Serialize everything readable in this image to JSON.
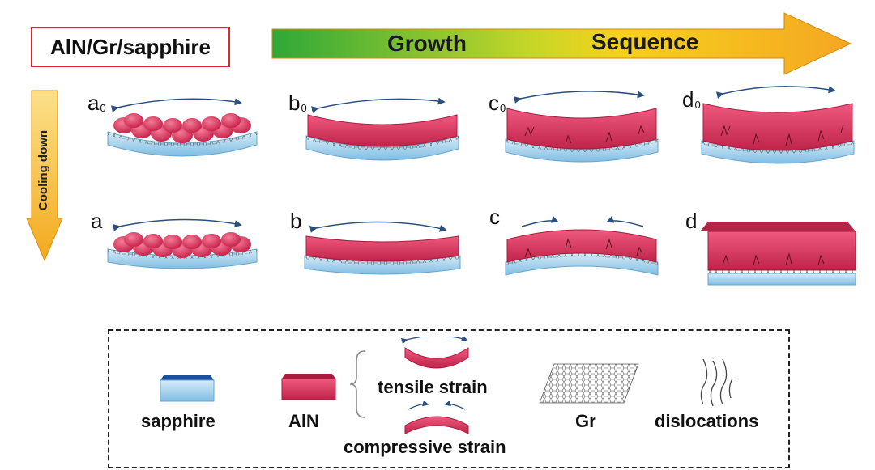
{
  "title": "AlN/Gr/sapphire",
  "growth_arrow": {
    "word1": "Growth",
    "word2": "Sequence",
    "colors": [
      "#2ea838",
      "#f2d318",
      "#f5a623"
    ]
  },
  "cooling_arrow": {
    "label": "Cooling down"
  },
  "panels": {
    "top": [
      {
        "letter": "a",
        "sub": "0"
      },
      {
        "letter": "b",
        "sub": "0"
      },
      {
        "letter": "c",
        "sub": "0"
      },
      {
        "letter": "d",
        "sub": "0"
      }
    ],
    "bottom": [
      {
        "letter": "a"
      },
      {
        "letter": "b"
      },
      {
        "letter": "c"
      },
      {
        "letter": "d"
      }
    ]
  },
  "legend": {
    "sapphire": "sapphire",
    "aln": "AlN",
    "tensile": "tensile strain",
    "compressive": "compressive strain",
    "gr": "Gr",
    "dislocations": "dislocations"
  },
  "colors": {
    "aln": "#d9335a",
    "sapphire": "#a9d4ee",
    "title_border": "#d9232d"
  }
}
